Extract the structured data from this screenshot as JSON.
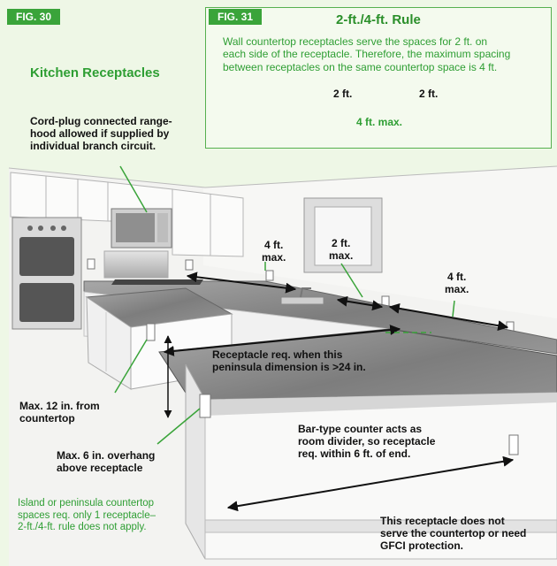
{
  "fig30": {
    "tab": "FIG. 30",
    "title": "Kitchen Receptacles",
    "rangehood_note": "Cord-plug connected range-\nhood allowed if supplied by\nindividual branch circuit.",
    "spacing_labels": [
      "4 ft.\nmax.",
      "2 ft.\nmax.",
      "4 ft.\nmax."
    ],
    "peninsula_note": "Receptacle req. when this\npeninsula dimension is >24 in.",
    "height_note": "Max. 12 in. from\ncountertop",
    "overhang_note": "Max. 6 in. overhang\nabove receptacle",
    "island_note": "Island or peninsula countertop\nspaces req. only 1 receptacle–\n2-ft./4-ft. rule does not apply.",
    "bar_note": "Bar-type counter acts as\nroom divider, so receptacle\nreq. within 6 ft. of end.",
    "gfci_note": "This receptacle does not\nserve the countertop or need\nGFCI protection."
  },
  "fig31": {
    "tab": "FIG. 31",
    "title": "2-ft./4-ft. Rule",
    "description": "Wall countertop receptacles serve the spaces for 2 ft. on\neach side of the receptacle. Therefore, the maximum spacing\nbetween receptacles on the same countertop space is 4 ft.",
    "left_span": "2 ft.",
    "right_span": "2 ft.",
    "total_span": "4 ft. max."
  },
  "colors": {
    "accent_green": "#3aa43a",
    "panel_background": "#eef7e6",
    "countertop": "#8a8a8a"
  }
}
